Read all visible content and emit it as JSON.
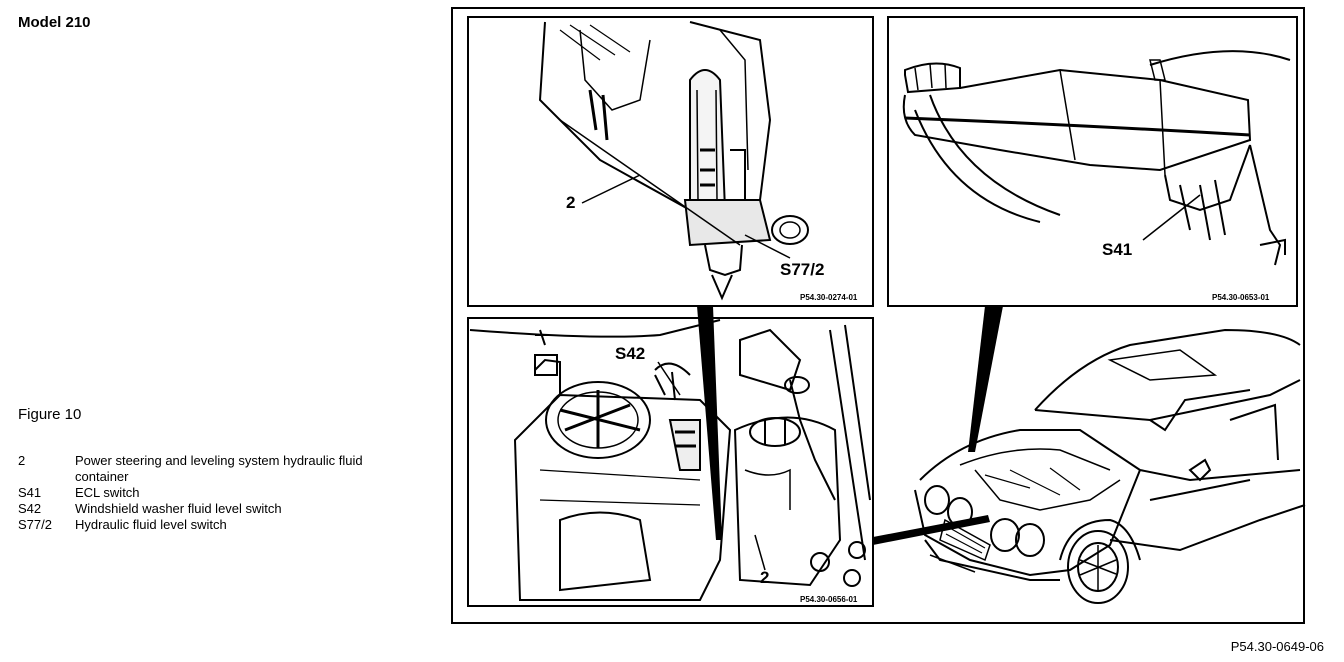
{
  "model_title": "Model 210",
  "figure_label": "Figure 10",
  "legend": [
    {
      "code": "2",
      "text": "Power steering and leveling system hydraulic fluid container"
    },
    {
      "code": "S41",
      "text": "ECL switch"
    },
    {
      "code": "S42",
      "text": "Windshield washer fluid level switch"
    },
    {
      "code": "S77/2",
      "text": "Hydraulic fluid level switch"
    }
  ],
  "panels": {
    "top_left": {
      "callouts": [
        "2",
        "S77/2"
      ],
      "ref": "P54.30-0274-01"
    },
    "top_right": {
      "callouts": [
        "S41"
      ],
      "ref": "P54.30-0653-01"
    },
    "bottom_left": {
      "callouts": [
        "S42",
        "2"
      ],
      "ref": "P54.30-0656-01"
    }
  },
  "figure_ref": "P54.30-0649-06"
}
